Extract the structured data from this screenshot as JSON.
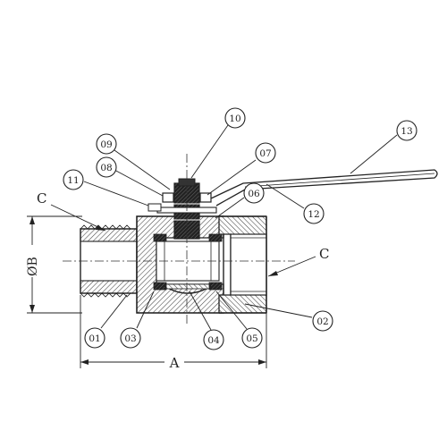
{
  "drawing": {
    "callouts": [
      {
        "id": "01",
        "label": "01"
      },
      {
        "id": "02",
        "label": "02"
      },
      {
        "id": "03",
        "label": "03"
      },
      {
        "id": "04",
        "label": "04"
      },
      {
        "id": "05",
        "label": "05"
      },
      {
        "id": "06",
        "label": "06"
      },
      {
        "id": "07",
        "label": "07"
      },
      {
        "id": "08",
        "label": "08"
      },
      {
        "id": "09",
        "label": "09"
      },
      {
        "id": "10",
        "label": "10"
      },
      {
        "id": "11",
        "label": "11"
      },
      {
        "id": "12",
        "label": "12"
      },
      {
        "id": "13",
        "label": "13"
      }
    ],
    "dimensions": {
      "length_label": "A",
      "diameter_label": "ØB",
      "chamfer_left_label": "C",
      "chamfer_right_label": "C"
    }
  }
}
